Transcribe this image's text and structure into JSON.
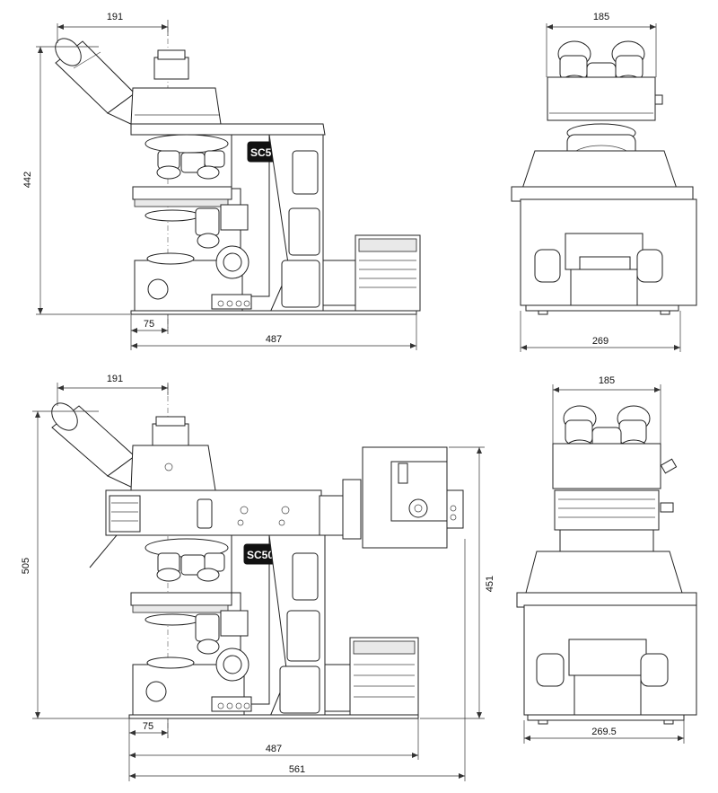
{
  "model_badge": "SC50",
  "views": [
    {
      "id": "top-side",
      "dimensions": [
        "191",
        "442",
        "75",
        "487"
      ]
    },
    {
      "id": "top-front",
      "dimensions": [
        "185",
        "269"
      ]
    },
    {
      "id": "bottom-side",
      "dimensions": [
        "191",
        "505",
        "451",
        "75",
        "487",
        "561"
      ]
    },
    {
      "id": "bottom-front",
      "dimensions": [
        "185",
        "269.5"
      ]
    }
  ],
  "colors": {
    "line": "#222222",
    "badge_bg": "#111111",
    "badge_text": "#ffffff"
  }
}
